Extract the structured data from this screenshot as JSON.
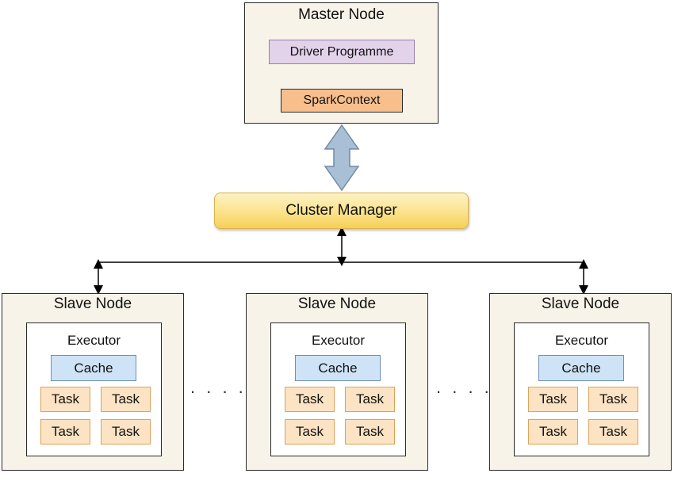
{
  "master": {
    "title": "Master Node",
    "driver": "Driver Programme",
    "spark_context": "SparkContext"
  },
  "cluster_manager": "Cluster Manager",
  "slaves": [
    {
      "title": "Slave Node",
      "executor": "Executor",
      "cache": "Cache",
      "tasks": [
        "Task",
        "Task",
        "Task",
        "Task"
      ]
    },
    {
      "title": "Slave Node",
      "executor": "Executor",
      "cache": "Cache",
      "tasks": [
        "Task",
        "Task",
        "Task",
        "Task"
      ]
    },
    {
      "title": "Slave Node",
      "executor": "Executor",
      "cache": "Cache",
      "tasks": [
        "Task",
        "Task",
        "Task",
        "Task"
      ]
    }
  ],
  "separators": [
    ". . . . .",
    ". . . . ."
  ],
  "colors": {
    "node_fill": "#f7f3e8",
    "driver_fill": "#e2d2ea",
    "spark_fill": "#f8bf8c",
    "cluster_fill": "#fbe28a",
    "cache_fill": "#cfe3f7",
    "task_fill": "#fbe3c4",
    "arrow_fill": "#a9bfd6"
  }
}
